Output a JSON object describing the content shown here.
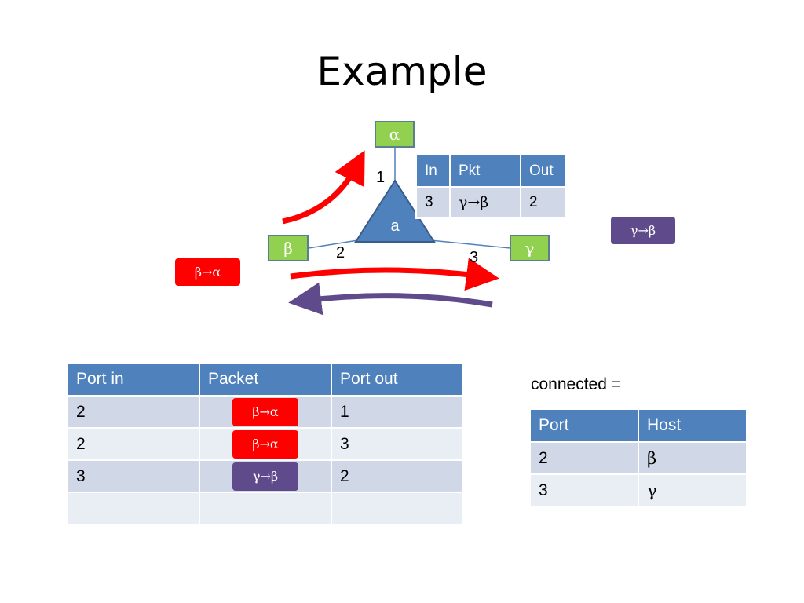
{
  "title": "Example",
  "colors": {
    "host": "#92d050",
    "switch": "#4f81bd",
    "red": "#ff0000",
    "purple": "#5f4b8b",
    "header": "#4f81bd",
    "row_odd": "#d0d8e8",
    "row_even": "#e9edf4"
  },
  "switch": {
    "label": "a"
  },
  "hosts": {
    "alpha": "α",
    "beta": "β",
    "gamma": "γ"
  },
  "ports": {
    "p1": "1",
    "p2": "2",
    "p3": "3"
  },
  "packets": {
    "gamma_beta": "γ→β",
    "beta_alpha": "β→α"
  },
  "switch_table": {
    "headers": [
      "In",
      "Pkt",
      "Out"
    ],
    "rows": [
      [
        "3",
        "γ→β",
        "2"
      ]
    ]
  },
  "flow_table": {
    "headers": [
      "Port in",
      "Packet",
      "Port out"
    ],
    "rows": [
      {
        "in": "2",
        "packet": "β→α",
        "packet_color": "red",
        "out": "1"
      },
      {
        "in": "2",
        "packet": "β→α",
        "packet_color": "red",
        "out": "3"
      },
      {
        "in": "3",
        "packet": "γ→β",
        "packet_color": "purple",
        "out": "2"
      },
      {
        "in": "",
        "packet": "",
        "packet_color": "",
        "out": ""
      }
    ]
  },
  "connected": {
    "label": "connected =",
    "headers": [
      "Port",
      "Host"
    ],
    "rows": [
      [
        "2",
        "β"
      ],
      [
        "3",
        "γ"
      ]
    ]
  }
}
